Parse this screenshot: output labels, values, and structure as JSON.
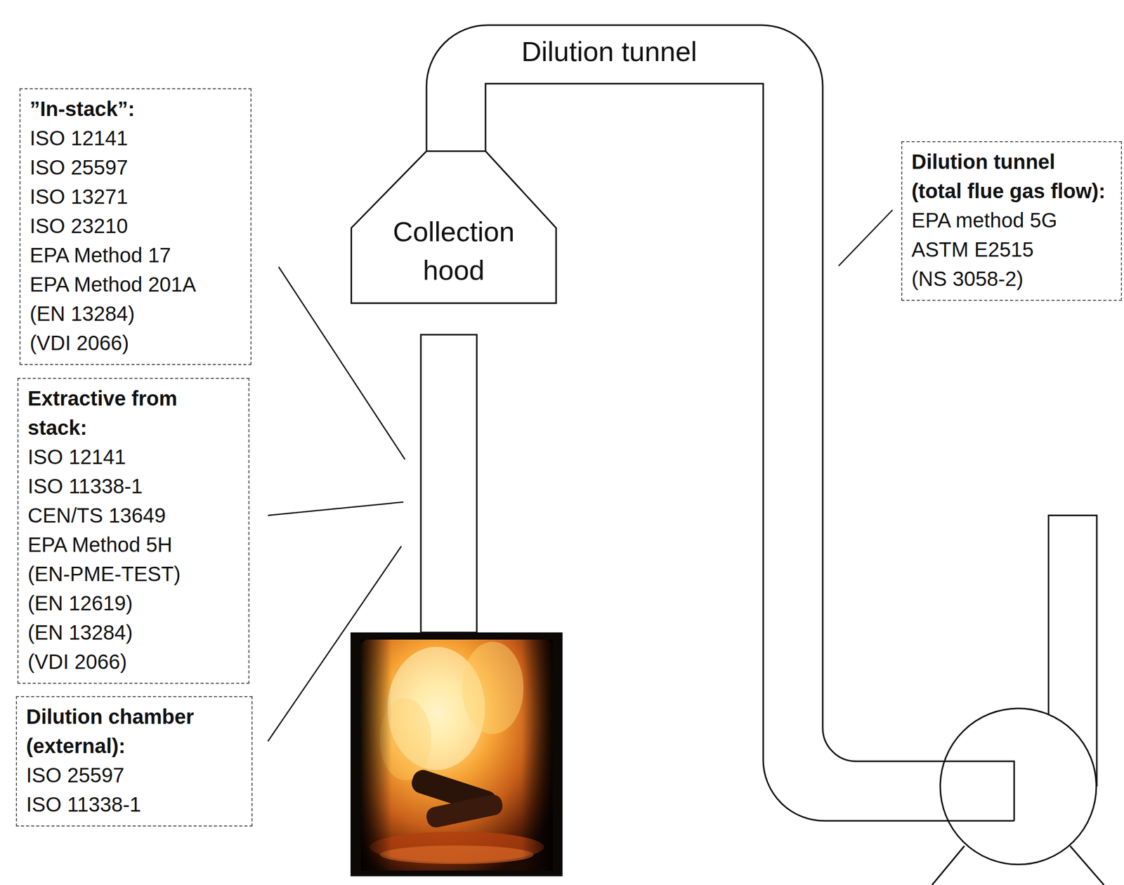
{
  "diagram": {
    "nodes": [
      {
        "text": [
          "”In-stack”:",
          "ISO 12141",
          "ISO 25597",
          "ISO 13271",
          "ISO 23210",
          "EPA Method 17",
          "EPA Method 201A",
          "(EN 13284)",
          "(VDI 2066)"
        ]
      },
      {
        "text": [
          "Dilution tunnel (total flue gas flow):",
          "EPA method 5G",
          "ASTM E2515",
          "(NS 3058-2)"
        ]
      },
      {
        "text": [
          "Collection hood"
        ]
      },
      {
        "text": [
          "Extractive from stack:",
          "ISO 12141",
          "ISO 11338-1",
          "CEN/TS 13649",
          "EPA Method 5H",
          "(EN-PME-TEST)",
          "(EN 12619)",
          "(EN 13284)",
          "(VDI 2066)"
        ]
      },
      {
        "text": [
          "Dilution chamber (external):",
          "ISO 25597",
          "ISO 11338-1"
        ]
      }
    ],
    "labels": [
      "Dilution tunnel"
    ]
  }
}
